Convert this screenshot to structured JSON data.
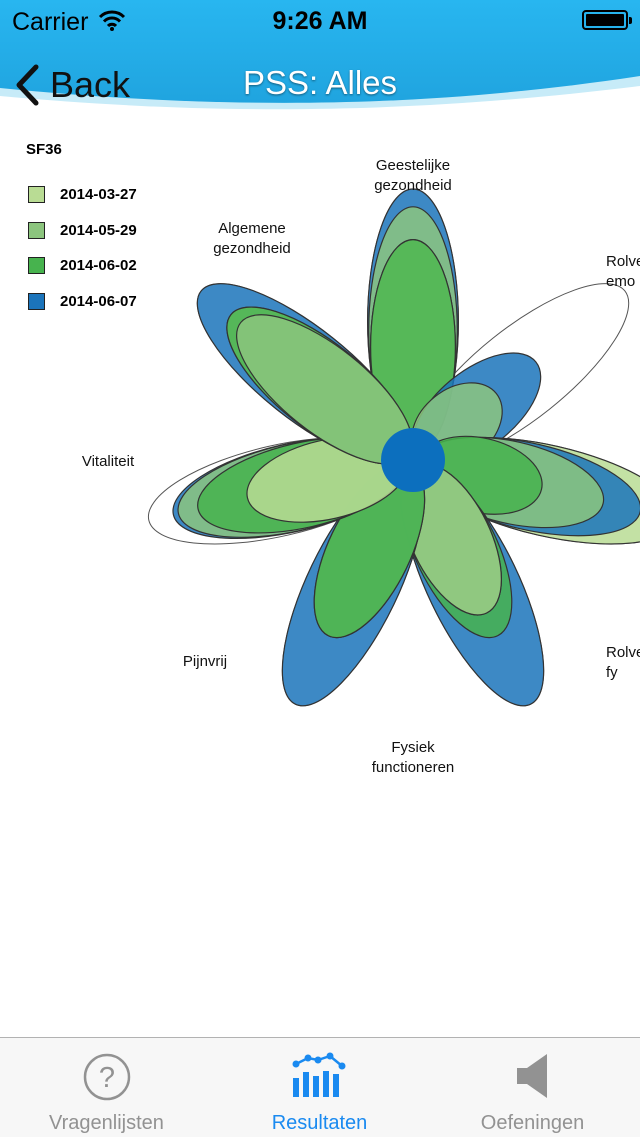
{
  "status_bar": {
    "carrier": "Carrier",
    "time": "9:26 AM"
  },
  "nav": {
    "back_label": "Back",
    "title": "PSS: Alles"
  },
  "chart_data": {
    "type": "radar-flower",
    "title": "SF36",
    "categories": [
      "Geestelijke gezondheid",
      "Rolverv. emotioneel",
      "Rolverv. fysiek",
      "Fysiek functioneren",
      "Pijnvrij",
      "Vitaliteit",
      "Algemene gezondheid"
    ],
    "series": [
      {
        "name": "2014-03-27",
        "color": "#b9dc94",
        "values": [
          80,
          0,
          100,
          60,
          0,
          60,
          85
        ]
      },
      {
        "name": "2014-05-29",
        "color": "#8cc57e",
        "values": [
          93,
          35,
          70,
          60,
          70,
          88,
          80
        ]
      },
      {
        "name": "2014-06-02",
        "color": "#47b34e",
        "values": [
          80,
          0,
          45,
          70,
          70,
          80,
          85
        ]
      },
      {
        "name": "2014-06-07",
        "color": "#1b74bb",
        "values": [
          100,
          55,
          85,
          100,
          100,
          90,
          100
        ]
      }
    ],
    "reference": {
      "name": "outline",
      "values": [
        100,
        100,
        100,
        100,
        100,
        100,
        100
      ]
    },
    "ylim": [
      0,
      100
    ]
  },
  "chart_labels": [
    {
      "lines": [
        "Geestelijke",
        "gezondheid"
      ]
    },
    {
      "lines": [
        "Rolverv.",
        "emo"
      ]
    },
    {
      "lines": [
        "Rolverv.",
        "fy"
      ]
    },
    {
      "lines": [
        "Fysiek",
        "functioneren"
      ]
    },
    {
      "lines": [
        "Pijnvrij"
      ]
    },
    {
      "lines": [
        "Vitaliteit"
      ]
    },
    {
      "lines": [
        "Algemene",
        "gezondheid"
      ]
    }
  ],
  "tabbar": {
    "tabs": [
      {
        "label": "Vragenlijsten",
        "icon": "question-circle-icon",
        "active": false
      },
      {
        "label": "Resultaten",
        "icon": "chart-bars-icon",
        "active": true
      },
      {
        "label": "Oefeningen",
        "icon": "speaker-icon",
        "active": false
      }
    ],
    "active_color": "#1a8af0",
    "inactive_color": "#929292"
  }
}
